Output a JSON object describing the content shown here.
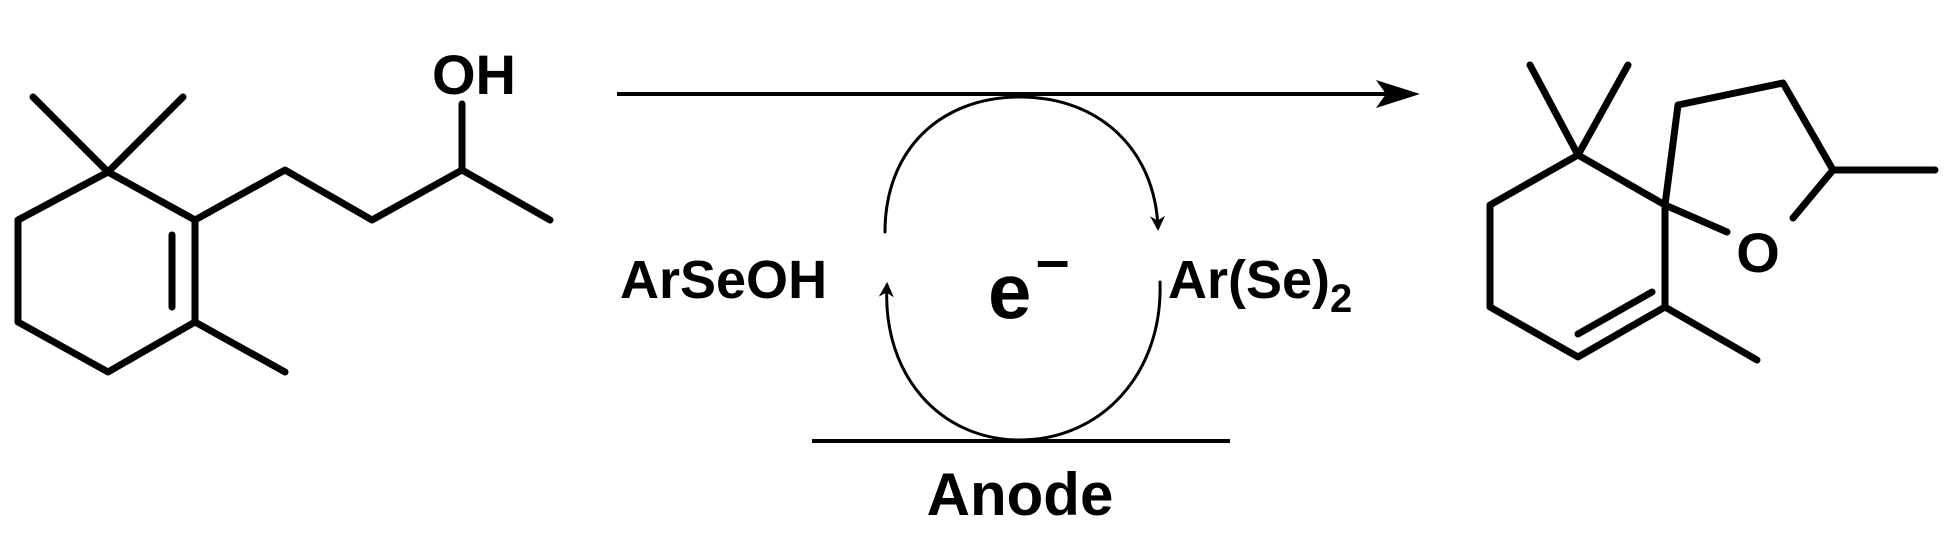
{
  "reactant": {
    "hydroxyl_label": "OH"
  },
  "cycle": {
    "left_species": "ArSeOH",
    "right_species_main": "Ar(Se)",
    "right_species_subscript": "2",
    "electron": "e",
    "electron_charge": "–",
    "electrode": "Anode"
  },
  "product": {
    "ring_oxygen_label": "O"
  },
  "colors": {
    "ink": "#000000",
    "background": "#ffffff"
  }
}
